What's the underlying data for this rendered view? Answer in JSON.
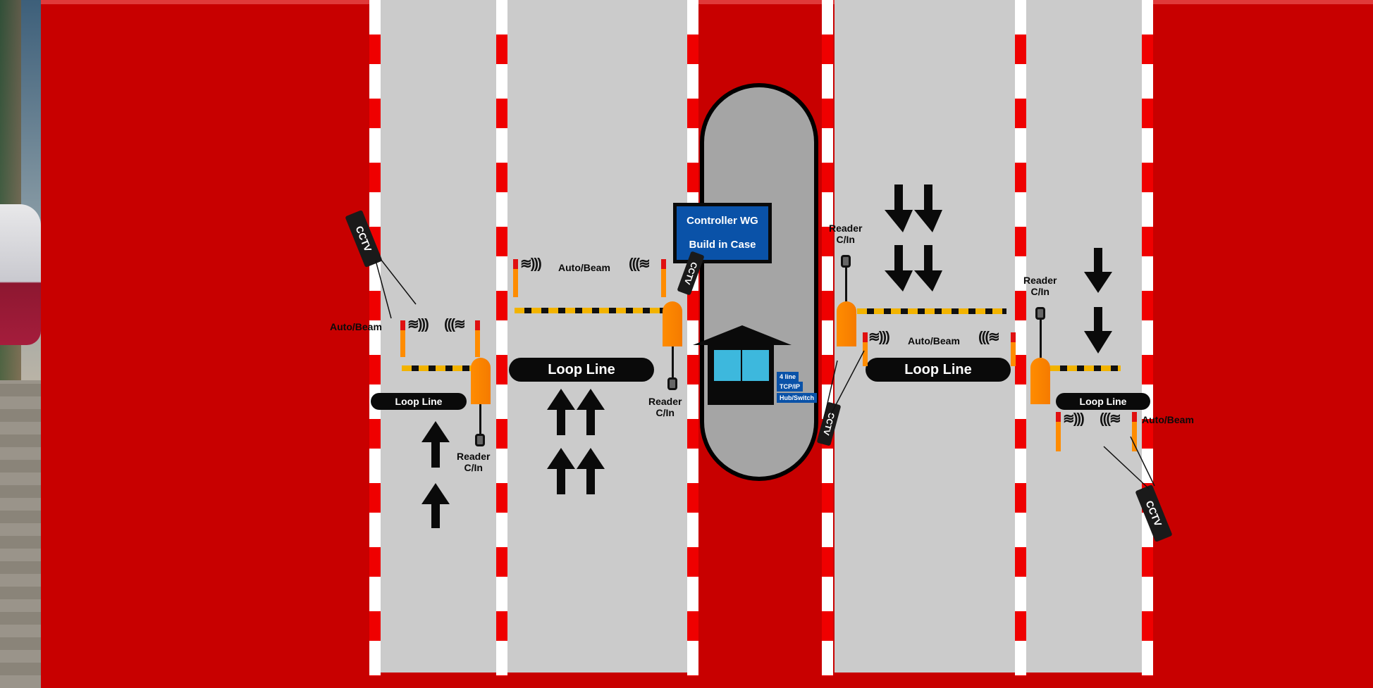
{
  "labels": {
    "controller_line1": "Controller WG",
    "controller_line2": "Build in Case",
    "loop_line": "Loop Line",
    "auto_beam": "Auto/Beam",
    "reader_line1": "Reader",
    "reader_line2": "C/In",
    "cctv": "CCTV",
    "hub_tag1": "4 line",
    "hub_tag2": "TCP/IP",
    "hub_tag3": "Hub/Switch"
  },
  "icons": {
    "up_arrow": "arrow-up-icon",
    "down_arrow": "arrow-down-icon",
    "beam_signal": "signal-waves-icon",
    "camera": "cctv-camera-icon"
  },
  "colors": {
    "background": "#c80000",
    "lane": "#cbcbcb",
    "curb_red": "#ef0000",
    "curb_white": "#ffffff",
    "controller": "#0a52a8",
    "barrier_yellow": "#f2b300",
    "cabinet_orange": "#ff8c00",
    "window_blue": "#3db8dd"
  }
}
